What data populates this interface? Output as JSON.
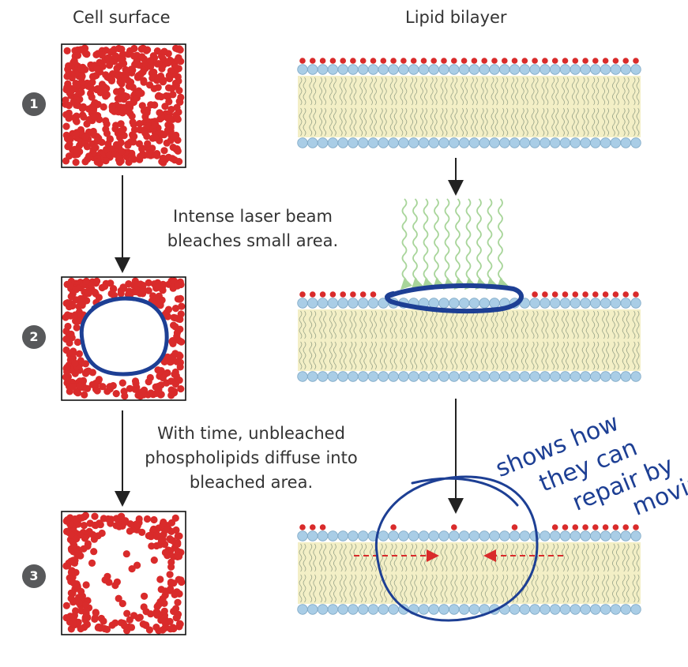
{
  "headers": {
    "cell_surface": "Cell surface",
    "lipid_bilayer": "Lipid bilayer"
  },
  "steps": [
    "1",
    "2",
    "3"
  ],
  "captions": {
    "laser": [
      "Intense laser beam",
      "bleaches small area."
    ],
    "diffusion": [
      "With time, unbleached",
      "phospholipids diffuse into",
      "bleached area."
    ]
  },
  "handwritten_note": [
    "shows how",
    "they can",
    "repair by",
    "moving"
  ],
  "colors": {
    "phospholipid_red": "#d92b2b",
    "head_blue": "#a9cde6",
    "tail_fill": "#f3efc6",
    "laser_green": "#a8d59a",
    "ink_blue": "#1d3f94",
    "arrow": "#222222"
  }
}
